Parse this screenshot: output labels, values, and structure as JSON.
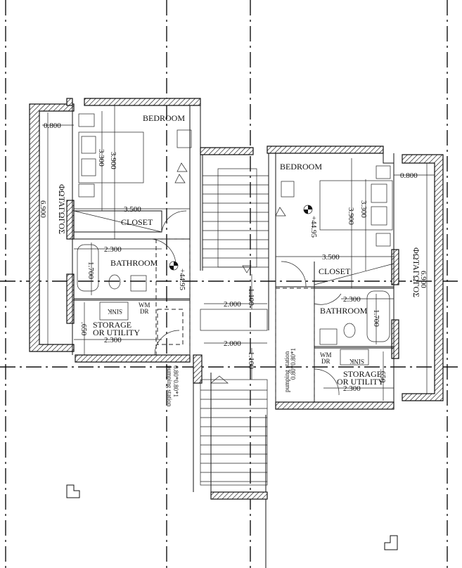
{
  "rooms": {
    "left": {
      "bedroom": "BEDROOM",
      "closet": "CLOSET",
      "bathroom": "BATHROOM",
      "storage_1": "STORAGE",
      "storage_2": "OR UTILITY",
      "wm": "WM",
      "dr": "DR",
      "sink": "SINK",
      "lightwell": "ΦΩΤΑΓΩΓΟΣ",
      "level": "+44.95"
    },
    "right": {
      "bedroom": "BEDROOM",
      "closet": "CLOSET",
      "bathroom": "BATHROOM",
      "storage_1": "STORAGE",
      "storage_2": "OR UTILITY",
      "wm": "WM",
      "dr": "DR",
      "sink": "SINK",
      "lightwell": "ΦΩΤΑΓΩΓΟΣ",
      "level": "+44.95"
    }
  },
  "dimensions": {
    "left": {
      "lightwell_w": "0.800",
      "bed_room_depth": "3.900",
      "bed_len": "3.300",
      "room_w": "3.500",
      "bath_w": "2.300",
      "tub": "1.700",
      "storage_d": ".650",
      "storage_w": "2.300",
      "lightwell_len": "6.900"
    },
    "right": {
      "lightwell_w": "0.800",
      "bed_room_depth": "3.900",
      "bed_len": "3.300",
      "room_w": "3.500",
      "bath_w": "2.300",
      "tub": "1.700",
      "storage_d": ".650",
      "storage_w": "2.300",
      "lightwell_len": "6.900"
    },
    "stair": {
      "landing_w_1": "2.000",
      "landing_w_2": "2.000",
      "landing_d_1": "1.100",
      "landing_d_2": "1.100"
    }
  },
  "pumping": {
    "left_1": "0.80*0.80*1",
    "left_2": "pumping station",
    "right_1": "0.80*0.80*1",
    "right_2": "pumping station"
  }
}
